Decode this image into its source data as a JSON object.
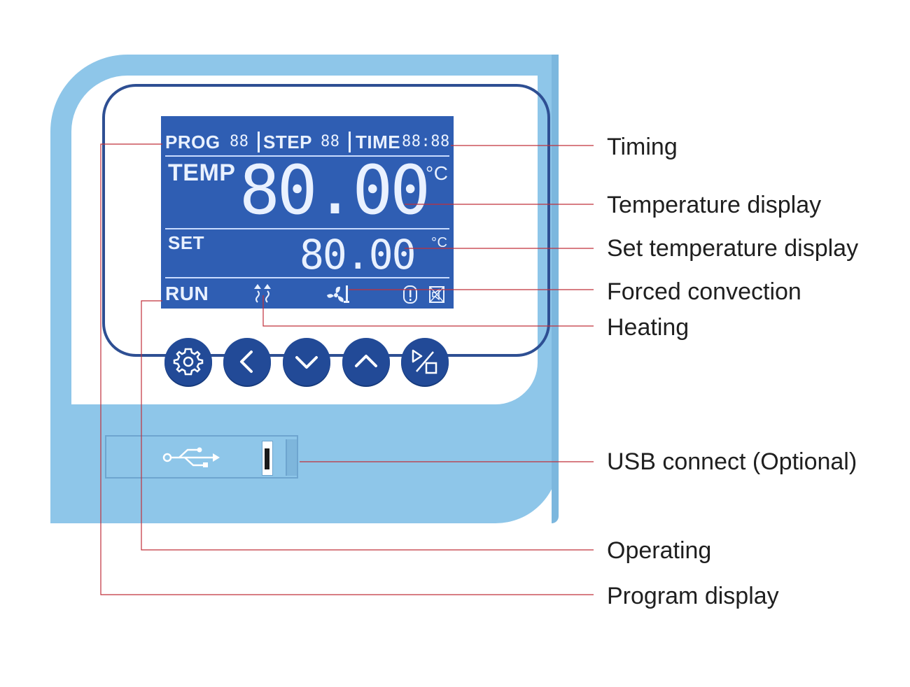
{
  "lcd": {
    "prog_label": "PROG",
    "prog_value": "88",
    "step_label": "STEP",
    "step_value": "88",
    "time_label": "TIME",
    "time_value": "88:88",
    "temp_label": "TEMP",
    "temp_value": "80.00",
    "temp_unit": "°C",
    "set_label": "SET",
    "set_value": "80.00",
    "set_unit": "°C",
    "run_label": "RUN"
  },
  "icons": {
    "heating": "heating-icon",
    "fan": "fan-icon",
    "alarm": "alarm-icon",
    "mute": "mute-icon",
    "usb": "usb-icon"
  },
  "buttons": [
    "settings-button",
    "left-button",
    "down-button",
    "up-button",
    "run-stop-button"
  ],
  "callouts": {
    "timing": "Timing",
    "temperature_display": "Temperature display",
    "set_temperature_display": "Set temperature display",
    "forced_convection": "Forced convection",
    "heating": "Heating",
    "usb_connect": "USB connect (Optional)",
    "operating": "Operating",
    "program_display": "Program display"
  },
  "colors": {
    "panel": "#8ec6e9",
    "lcd": "#2f5eb3",
    "button": "#224a97",
    "callout_line": "#c0303b"
  }
}
